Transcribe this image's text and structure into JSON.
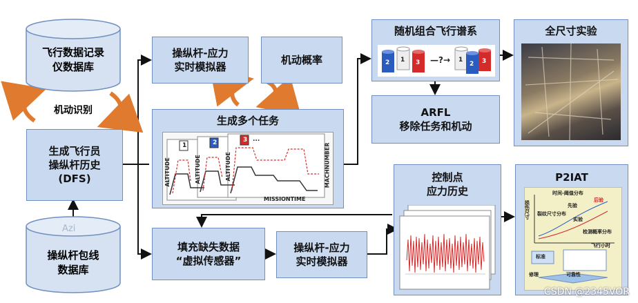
{
  "nodes": {
    "flight_db": "飞行数据记录\n仪数据库",
    "maneuver_id": "机动识别",
    "pilot_history": "生成飞行员\n操纵杆历史\n(DFS)",
    "stick_envelope_db": "操纵杆包线\n数据库",
    "azi_label": "Azi",
    "stick_sim_top": "操纵杆-应力\n实时模拟器",
    "maneuver_prob": "机动概率",
    "multi_task": "生成多个任务",
    "random_spectrum": "随机组合飞行谱系",
    "arfl": "ARFL\n移除任务和机动",
    "full_scale_test": "全尺寸实验",
    "fill_missing": "填充缺失数据\n“虚拟传感器”",
    "stick_sim_bottom": "操纵杆-应力\n实时模拟器",
    "control_point": "控制点\n应力历史",
    "p2iat": "P2IAT"
  },
  "mission_chart": {
    "cards": [
      "1",
      "2",
      "3"
    ],
    "ellipsis": "...",
    "ylabel": "ALTITUDE",
    "ylabel2": "ALTITUDE",
    "ylabel3": "ALTITUDE",
    "ylabel_right": "MACHNUMBER",
    "xlabel": "MISSIONTIME"
  },
  "spectrum_cylinders": [
    "2",
    "1",
    "3",
    "1",
    "2",
    "3"
  ],
  "spectrum_arrow_text": "—?→",
  "p2iat_labels": {
    "left_axis": "损伤尺寸",
    "top": "时间-阈值分布",
    "a": "先验",
    "b": "后验",
    "c": "实验",
    "d": "裂纹尺寸分布",
    "e": "检测概率分布",
    "f": "标准",
    "g": "修理",
    "h": "飞行小时",
    "i": "可靠性"
  },
  "watermark": "CSDN @2345VOR",
  "colors": {
    "box_fill": "#c9d9ef",
    "box_border": "#6f8fc0",
    "cylinder_fill": "#d6e2f2",
    "arrow": "#111111",
    "cycle_arrow": "#e07a2e",
    "red": "#d42a2a",
    "blue": "#2a5bbf"
  }
}
